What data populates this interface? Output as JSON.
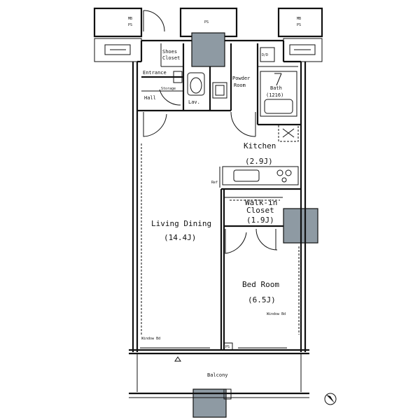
{
  "title": "",
  "rooms": {
    "entrance": "Entrance",
    "shoes_closet_1": "Shoes",
    "shoes_closet_2": "Closet",
    "hall": "Hall",
    "storage": "Storage",
    "lav": "Lav.",
    "powder_room_1": "Powder",
    "powder_room_2": "Room",
    "dv": "D/D",
    "bath_1": "Bath",
    "bath_2": "(1216)",
    "kitchen": "Kitchen",
    "kitchen_size": "(2.9J)",
    "ref": "Ref",
    "walk_in_1": "Walk-in",
    "walk_in_2": "Closet",
    "walk_in_size": "(1.9J)",
    "living_dining": "Living Dining",
    "living_dining_size": "(14.4J)",
    "bed_room": "Bed Room",
    "bed_room_size": "(6.5J)",
    "balcony": "Balcony"
  },
  "notes": {
    "lr_window": "Window Bd",
    "br_window": "Window Bd",
    "ps": "PS",
    "mb_ps_left_1": "MB",
    "mb_ps_left_2": "PS",
    "mb_ps_right_1": "MB",
    "mb_ps_right_2": "PS",
    "ps_small": "PS"
  },
  "colors": {
    "line": "#111111",
    "column": "#8e9aa3",
    "background": "#ffffff"
  },
  "icons": [
    "north-arrow-icon",
    "washbasin-icon",
    "toilet-icon",
    "bathtub-icon",
    "stove-icon"
  ]
}
